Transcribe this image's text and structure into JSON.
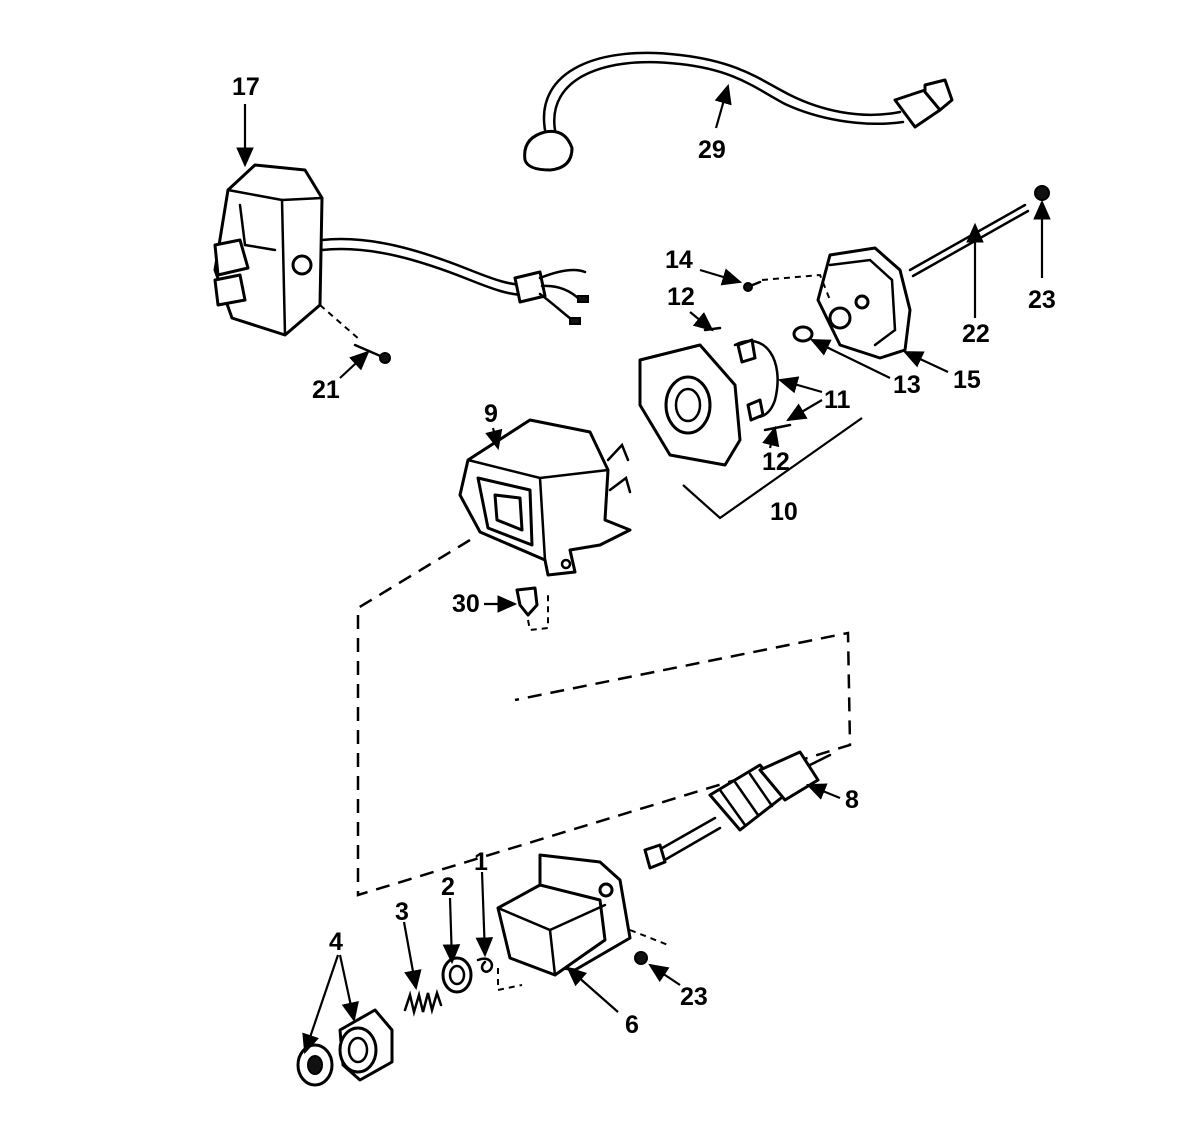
{
  "callouts": {
    "c17": "17",
    "c29": "29",
    "c14": "14",
    "c12a": "12",
    "c23a": "23",
    "c22": "22",
    "c15": "15",
    "c13": "13",
    "c11": "11",
    "c12b": "12",
    "c21": "21",
    "c9": "9",
    "c10": "10",
    "c30": "30",
    "c8": "8",
    "c1": "1",
    "c2": "2",
    "c3": "3",
    "c4": "4",
    "c23b": "23",
    "c6": "6"
  }
}
